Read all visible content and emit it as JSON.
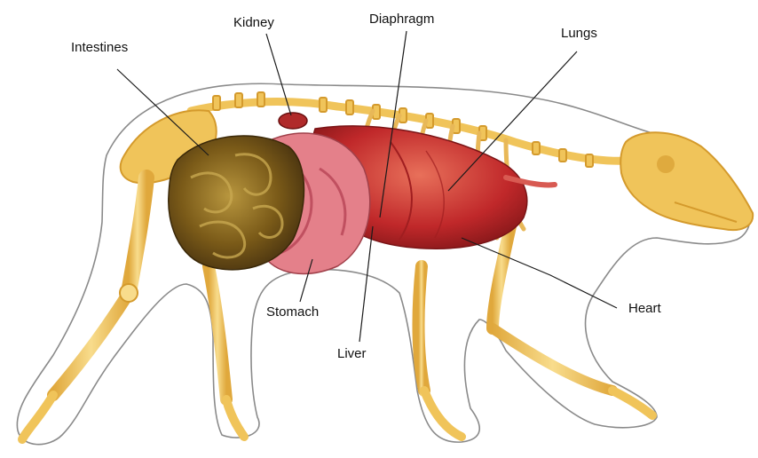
{
  "labels": {
    "intestines": "Intestines",
    "kidney": "Kidney",
    "diaphragm": "Diaphragm",
    "lungs": "Lungs",
    "stomach": "Stomach",
    "liver": "Liver",
    "heart": "Heart"
  },
  "colors": {
    "bone": "#f0c45a",
    "bone_light": "#f8dc8c",
    "bone_dark": "#d49a2c",
    "outline": "#8a8a8a",
    "intestine": "#7a5a18",
    "intestine_light": "#a88a3a",
    "organ_red": "#c0282a",
    "organ_pink": "#e4808a",
    "lung": "#d85a52",
    "leader": "#1a1a1a"
  }
}
